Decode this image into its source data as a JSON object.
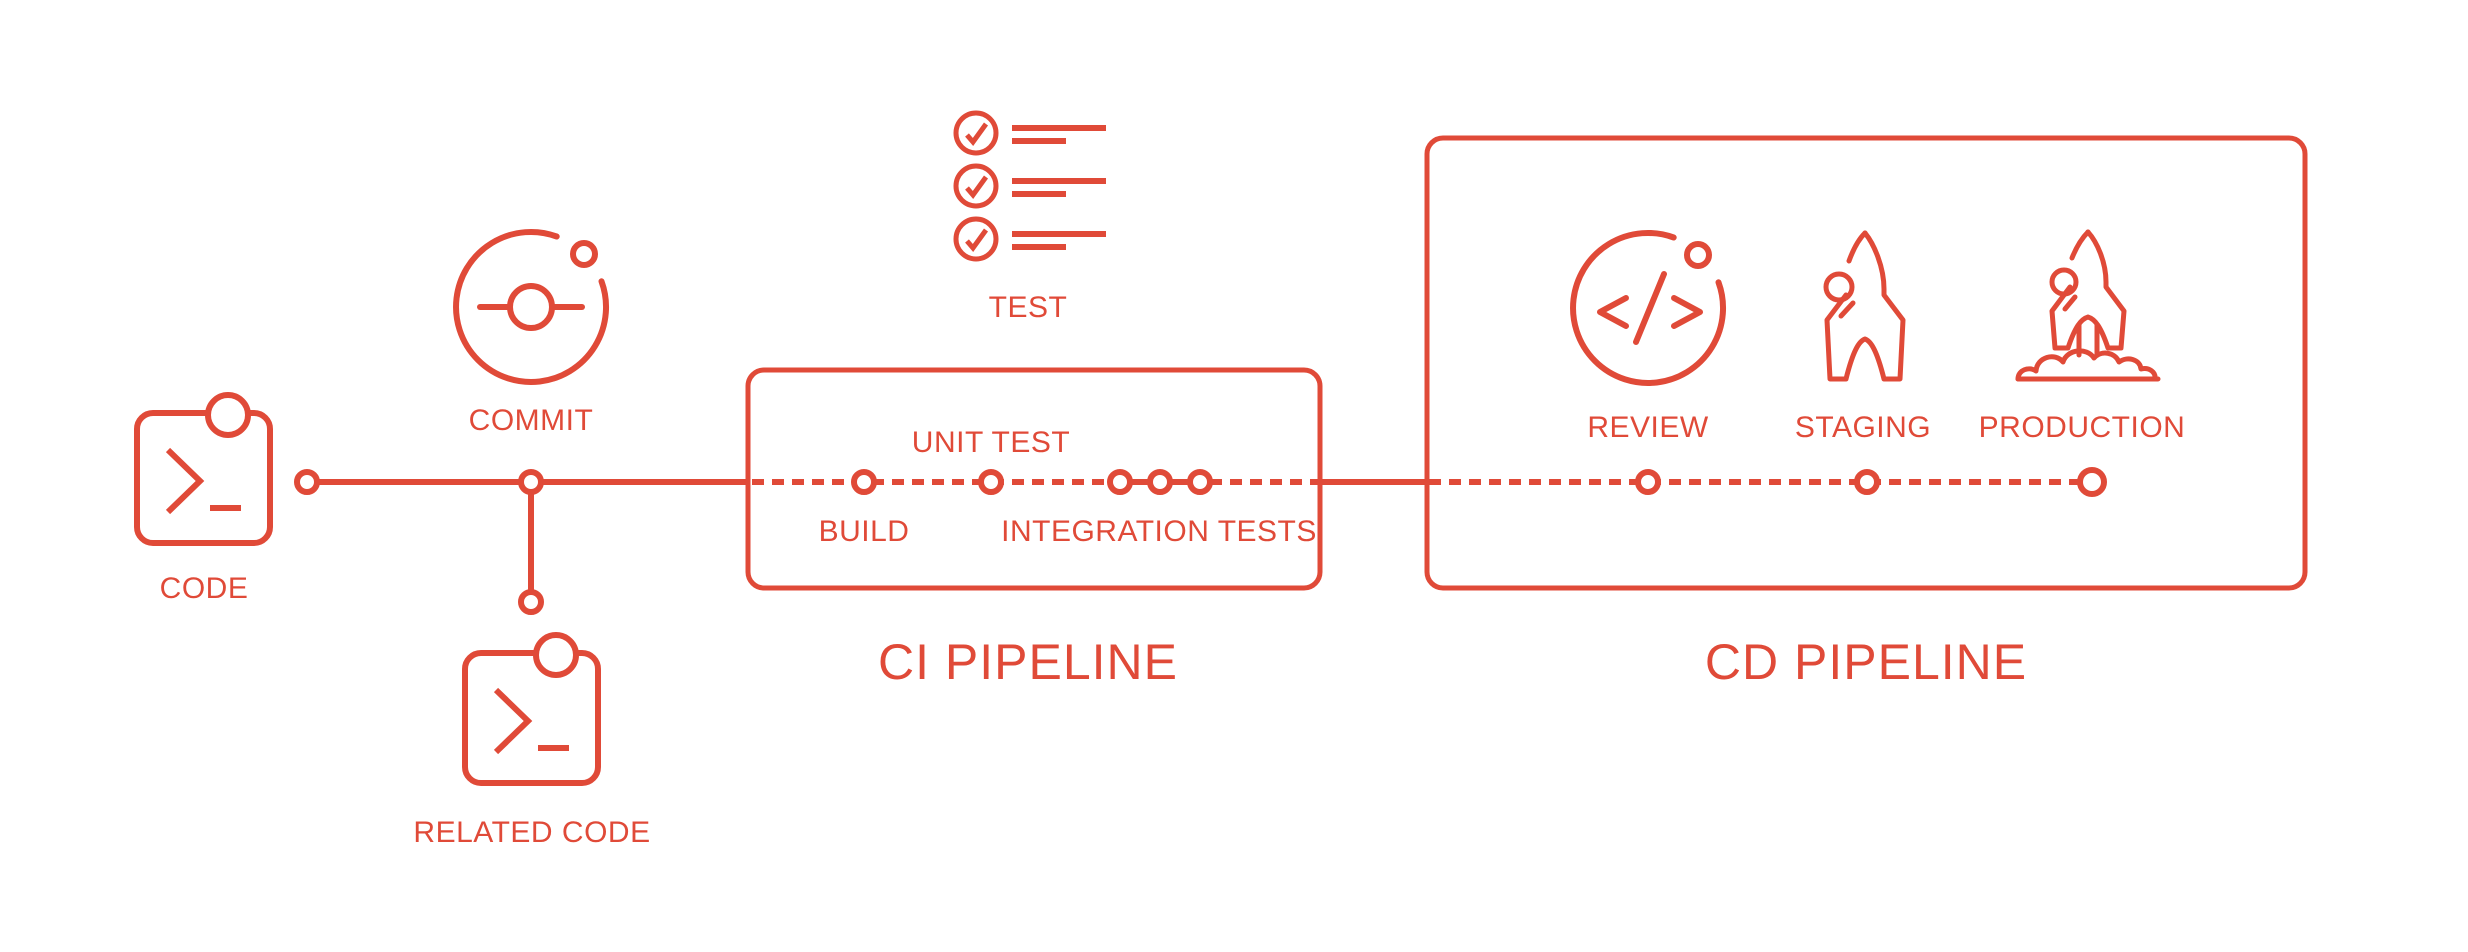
{
  "theme": {
    "accent": "#E04A38",
    "background": "#FFFFFF"
  },
  "source_flow": {
    "code": {
      "label": "CODE",
      "icon": "terminal-icon"
    },
    "commit": {
      "label": "COMMIT",
      "icon": "commit-orbit-icon"
    },
    "related_code": {
      "label": "RELATED CODE",
      "icon": "terminal-icon"
    }
  },
  "test_checklist": {
    "label": "TEST",
    "icon": "checklist-icon",
    "items": 3
  },
  "ci_pipeline": {
    "title": "CI PIPELINE",
    "stages": [
      {
        "label": "BUILD"
      },
      {
        "label": "UNIT TEST"
      },
      {
        "label": "INTEGRATION TESTS"
      }
    ]
  },
  "cd_pipeline": {
    "title": "CD PIPELINE",
    "stages": [
      {
        "label": "REVIEW",
        "icon": "code-review-icon"
      },
      {
        "label": "STAGING",
        "icon": "rocket-icon"
      },
      {
        "label": "PRODUCTION",
        "icon": "rocket-launch-icon"
      }
    ]
  }
}
